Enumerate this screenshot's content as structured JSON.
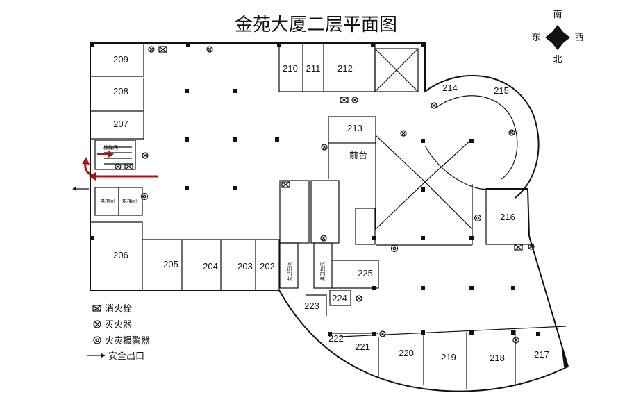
{
  "title": "金苑大厦二层平面图",
  "compass": {
    "south": "南",
    "east": "东",
    "west": "西",
    "north": "北"
  },
  "rooms": {
    "r209": "209",
    "r208": "208",
    "r207": "207",
    "r206": "206",
    "r205": "205",
    "r204": "204",
    "r203": "203",
    "r202": "202",
    "r210": "210",
    "r211": "211",
    "r212": "212",
    "r213": "213",
    "r214": "214",
    "r215": "215",
    "r216": "216",
    "r217": "217",
    "r218": "218",
    "r219": "219",
    "r220": "220",
    "r221": "221",
    "r222": "222",
    "r223": "223",
    "r224": "224",
    "r225": "225"
  },
  "labels": {
    "reception": "前台",
    "stairwell": "楼梯间",
    "elevator_1": "电梯间",
    "elevator_2": "电梯间",
    "womens_wc": "女卫生间",
    "mens_wc": "男卫生间"
  },
  "legend": {
    "hydrant": "消火栓",
    "extinguisher": "灭火器",
    "alarm": "火灾报警器",
    "exit": "安全出口"
  },
  "colors": {
    "exit_route": "#b01010",
    "walls": "#111111"
  }
}
